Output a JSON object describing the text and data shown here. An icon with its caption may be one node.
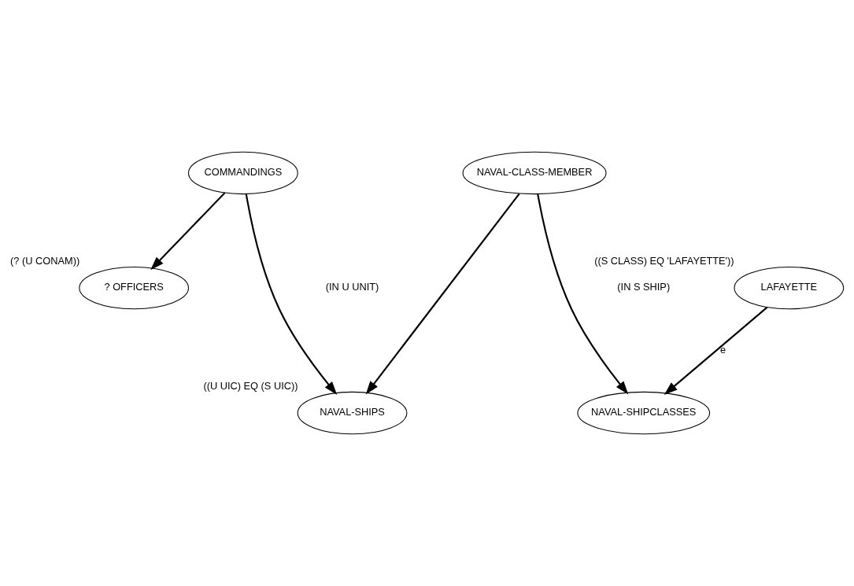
{
  "diagram": {
    "nodes": [
      {
        "text": [
          "COMMANDINGS"
        ]
      },
      {
        "text": [
          "NAVAL-CLASS-MEMBER"
        ]
      },
      {
        "text": [
          "? OFFICERS"
        ],
        "beside": [
          "(? (U CONAM))"
        ]
      },
      {
        "text": [
          "NAVAL-SHIPS"
        ],
        "beside": [
          "((U UIC) EQ (S UIC))"
        ]
      },
      {
        "text": [
          "NAVAL-SHIPCLASSES"
        ]
      },
      {
        "text": [
          "LAFAYETTE"
        ],
        "beside": [
          "((S CLASS) EQ 'LAFAYETTE'))"
        ]
      }
    ],
    "edges": [
      {
        "from": 0,
        "to": 2,
        "arrow": "to"
      },
      {
        "from": 0,
        "to": 3,
        "arrow": "to"
      },
      {
        "from": 1,
        "to": 3,
        "arrow": "to"
      },
      {
        "from": 1,
        "to": 4,
        "arrow": "to"
      },
      {
        "from": 5,
        "to": 4,
        "label": "e",
        "arrow": "to"
      }
    ],
    "labels": [
      "(IN U UNIT)",
      "(IN S SHIP)"
    ]
  }
}
